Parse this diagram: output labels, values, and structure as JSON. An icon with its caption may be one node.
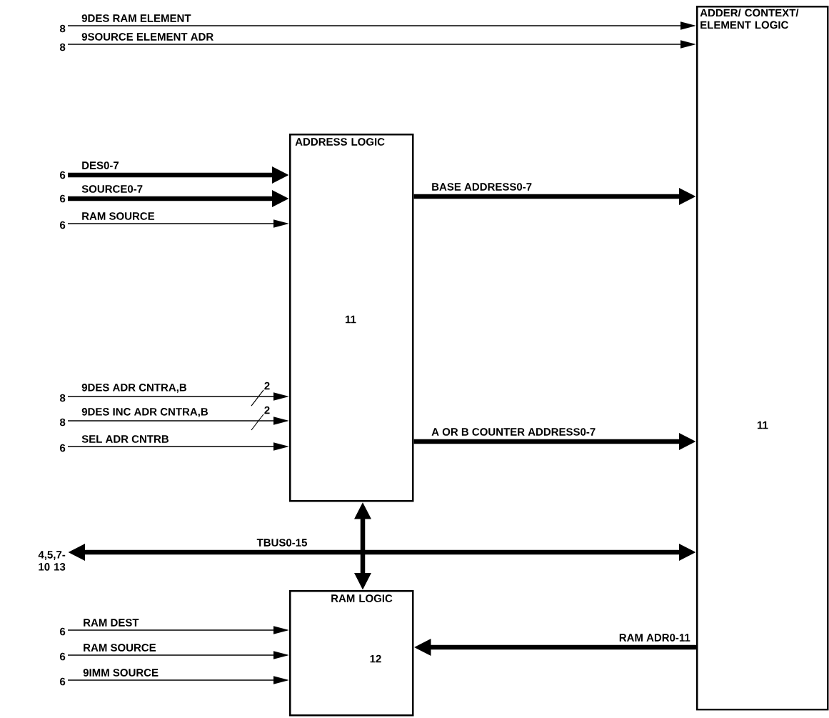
{
  "diagram": {
    "nodes": [
      {
        "text": [
          "ADDER/ CONTEXT/ ELEMENT LOGIC",
          "11"
        ]
      },
      {
        "text": [
          "ADDRESS LOGIC",
          "11"
        ]
      },
      {
        "text": [
          "RAM LOGIC",
          "12"
        ]
      },
      {
        "text": [
          "8"
        ]
      },
      {
        "text": [
          "8"
        ]
      },
      {
        "text": [
          "6"
        ]
      },
      {
        "text": [
          "6"
        ]
      },
      {
        "text": [
          "6"
        ]
      },
      {
        "text": [
          "8"
        ]
      },
      {
        "text": [
          "8"
        ]
      },
      {
        "text": [
          "6"
        ]
      },
      {
        "text": [
          "4,5,7-10 13"
        ]
      },
      {
        "text": [
          "6"
        ]
      },
      {
        "text": [
          "6"
        ]
      },
      {
        "text": [
          "6"
        ]
      }
    ],
    "edges": [
      {
        "from": 3,
        "to": 0,
        "arrow": "to",
        "label": "9DES RAM ELEMENT"
      },
      {
        "from": 4,
        "to": 0,
        "arrow": "to",
        "label": "9SOURCE ELEMENT ADR"
      },
      {
        "from": 5,
        "to": 1,
        "arrow": "to",
        "label": "DES0-7",
        "style": "thick"
      },
      {
        "from": 6,
        "to": 1,
        "arrow": "to",
        "label": "SOURCE0-7",
        "style": "thick"
      },
      {
        "from": 7,
        "to": 1,
        "arrow": "to",
        "label": "RAM SOURCE"
      },
      {
        "from": 8,
        "to": 1,
        "arrow": "to",
        "label": "9DES ADR CNTRA,B"
      },
      {
        "from": 9,
        "to": 1,
        "arrow": "to",
        "label": "9DES INC ADR CNTRA,B"
      },
      {
        "from": 10,
        "to": 1,
        "arrow": "to",
        "label": "SEL ADR CNTRB"
      },
      {
        "from": 1,
        "to": 0,
        "arrow": "to",
        "label": "BASE ADDRESS0-7",
        "style": "thick"
      },
      {
        "from": 1,
        "to": 0,
        "arrow": "to",
        "label": "A OR B COUNTER ADDRESS0-7",
        "style": "thick"
      },
      {
        "from": 11,
        "to": 0,
        "arrow": "both",
        "label": "TBUS0-15",
        "style": "thick"
      },
      {
        "from": 1,
        "to": 2,
        "arrow": "both",
        "style": "thick"
      },
      {
        "from": 12,
        "to": 2,
        "arrow": "to",
        "label": "RAM DEST"
      },
      {
        "from": 13,
        "to": 2,
        "arrow": "to",
        "label": "RAM SOURCE"
      },
      {
        "from": 14,
        "to": 2,
        "arrow": "to",
        "label": "9IMM SOURCE"
      },
      {
        "from": 0,
        "to": 2,
        "arrow": "to",
        "label": "RAM ADR0-11",
        "style": "thick"
      }
    ],
    "labels": [
      "2",
      "2"
    ]
  }
}
